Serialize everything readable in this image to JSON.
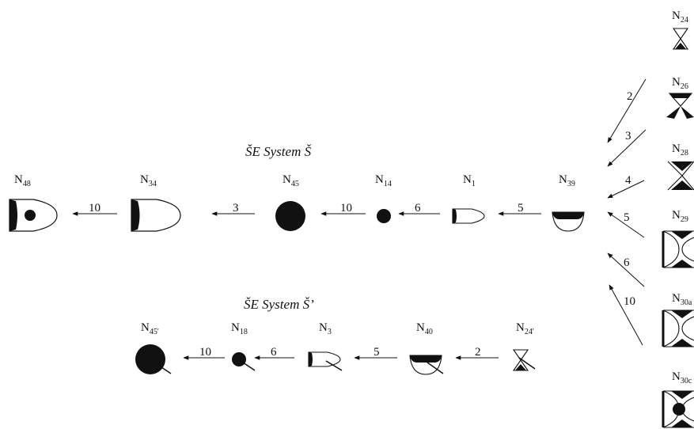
{
  "systems": {
    "primary_title": "ŠE System Š",
    "secondary_title": "ŠE System Š’"
  },
  "nodes": {
    "n48": {
      "base": "N",
      "sub": "48"
    },
    "n34": {
      "base": "N",
      "sub": "34"
    },
    "n45": {
      "base": "N",
      "sub": "45"
    },
    "n14": {
      "base": "N",
      "sub": "14"
    },
    "n1": {
      "base": "N",
      "sub": "1"
    },
    "n39": {
      "base": "N",
      "sub": "39"
    },
    "n45p": {
      "base": "N",
      "sub": "45'"
    },
    "n18": {
      "base": "N",
      "sub": "18"
    },
    "n3": {
      "base": "N",
      "sub": "3"
    },
    "n40": {
      "base": "N",
      "sub": "40"
    },
    "n24p": {
      "base": "N",
      "sub": "24'"
    },
    "n24": {
      "base": "N",
      "sub": "24"
    },
    "n26": {
      "base": "N",
      "sub": "26"
    },
    "n28": {
      "base": "N",
      "sub": "28"
    },
    "n29": {
      "base": "N",
      "sub": "29"
    },
    "n30a": {
      "base": "N",
      "sub": "30a"
    },
    "n30b": {
      "base": "N",
      "sub": "30c"
    }
  },
  "edges": {
    "top": [
      "10",
      "3",
      "10",
      "6",
      "5"
    ],
    "bottom": [
      "10",
      "6",
      "5",
      "2"
    ],
    "fan": [
      "2",
      "3",
      "4",
      "5",
      "6",
      "10"
    ]
  }
}
